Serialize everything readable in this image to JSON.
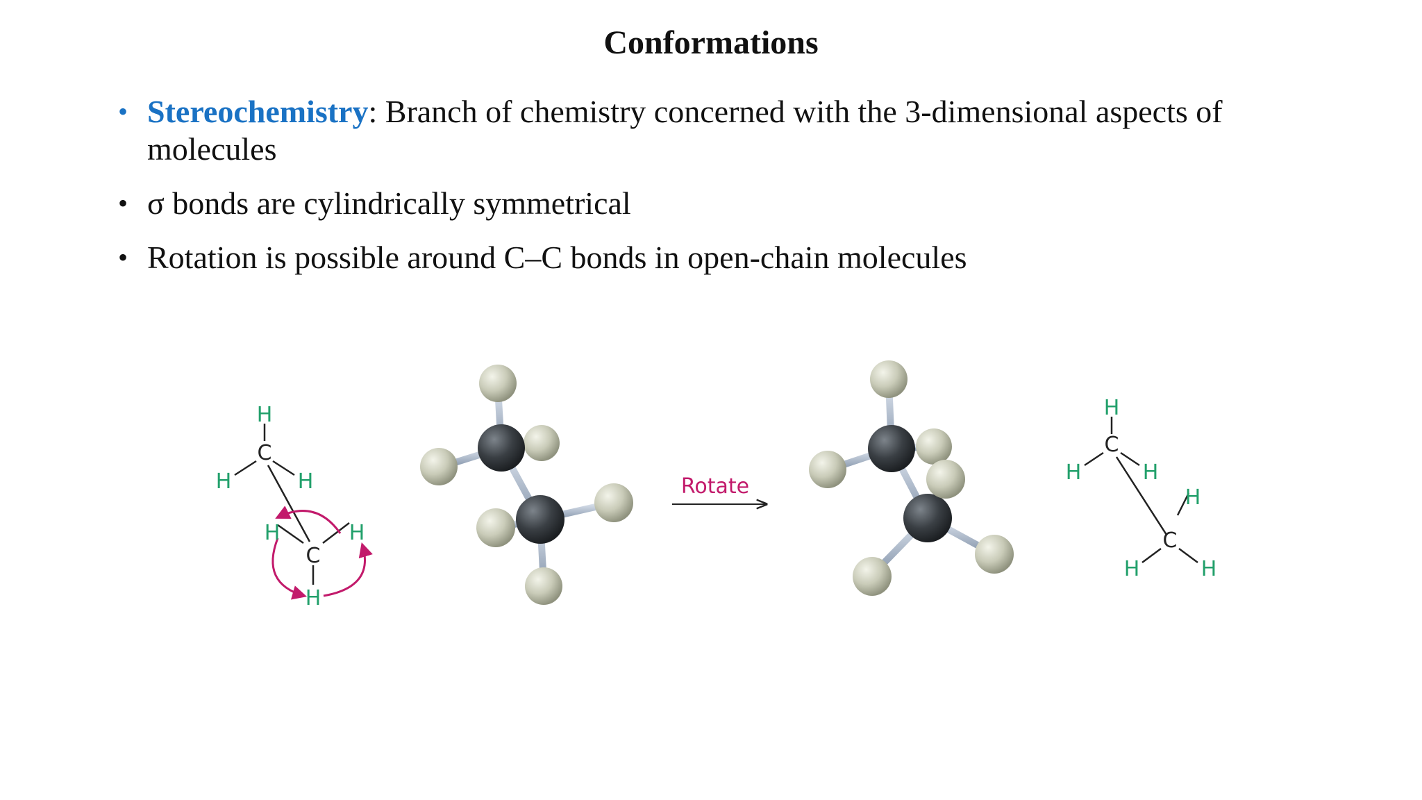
{
  "slide": {
    "title": "Conformations",
    "bullets": [
      {
        "term": "Stereochemistry",
        "text": ": Branch of chemistry concerned with the 3-dimensional aspects of molecules"
      },
      {
        "text": "σ bonds are cylindrically symmetrical"
      },
      {
        "text": "Rotation is possible around C–C bonds in open-chain molecules"
      }
    ]
  },
  "figure": {
    "rotate_label": "Rotate",
    "left_structure": {
      "carbon_top": "C",
      "carbon_bottom": "C",
      "h_top": "H",
      "h_upper_left": "H",
      "h_upper_right": "H",
      "h_lower_left": "H",
      "h_lower_right": "H",
      "h_bottom": "H"
    },
    "right_structure": {
      "carbon_top": "C",
      "carbon_bottom": "C",
      "h_top": "H",
      "h_upper_left": "H",
      "h_upper_right": "H",
      "h_lower_top": "H",
      "h_lower_left": "H",
      "h_lower_right": "H"
    }
  },
  "colors": {
    "accent": "#1a72c4",
    "hydrogen_label": "#22a06b",
    "carbon_label": "#222222",
    "arrow_magenta": "#c21a6b",
    "carbon_ball": "#3a3f44",
    "hydrogen_ball": "#c9cbb8",
    "bond_stick": "#a8b4c4"
  }
}
